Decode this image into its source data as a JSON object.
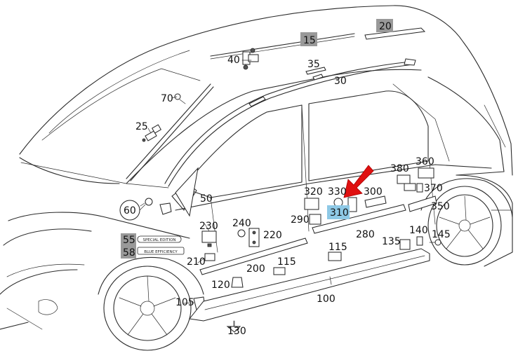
{
  "diagram": {
    "callouts": [
      {
        "id": "c20",
        "text": "20",
        "style": "grey-box"
      },
      {
        "id": "c15",
        "text": "15",
        "style": "grey-box"
      },
      {
        "id": "c40",
        "text": "40"
      },
      {
        "id": "c35",
        "text": "35"
      },
      {
        "id": "c30",
        "text": "30"
      },
      {
        "id": "c70",
        "text": "70"
      },
      {
        "id": "c25",
        "text": "25"
      },
      {
        "id": "c60",
        "text": "60",
        "style": "circled"
      },
      {
        "id": "c50",
        "text": "50"
      },
      {
        "id": "c55",
        "text": "55",
        "style": "grey-box"
      },
      {
        "id": "c58",
        "text": "58",
        "style": "grey-box"
      },
      {
        "id": "c230",
        "text": "230"
      },
      {
        "id": "c240",
        "text": "240"
      },
      {
        "id": "c220",
        "text": "220"
      },
      {
        "id": "c210",
        "text": "210"
      },
      {
        "id": "c200",
        "text": "200"
      },
      {
        "id": "c120",
        "text": "120"
      },
      {
        "id": "c105",
        "text": "105"
      },
      {
        "id": "c130",
        "text": "130"
      },
      {
        "id": "c100",
        "text": "100"
      },
      {
        "id": "c115a",
        "text": "115"
      },
      {
        "id": "c115b",
        "text": "115"
      },
      {
        "id": "c290",
        "text": "290"
      },
      {
        "id": "c320",
        "text": "320"
      },
      {
        "id": "c330",
        "text": "330"
      },
      {
        "id": "c310",
        "text": "310",
        "style": "highlight"
      },
      {
        "id": "c300",
        "text": "300"
      },
      {
        "id": "c280",
        "text": "280"
      },
      {
        "id": "c380",
        "text": "380"
      },
      {
        "id": "c360",
        "text": "360"
      },
      {
        "id": "c370",
        "text": "370"
      },
      {
        "id": "c350",
        "text": "350"
      },
      {
        "id": "c135",
        "text": "135"
      },
      {
        "id": "c140",
        "text": "140"
      },
      {
        "id": "c145",
        "text": "145"
      }
    ],
    "badges": {
      "special_edition": "SPECIAL EDITION",
      "blue_efficiency": "BLUE EFFICIENCY"
    },
    "colors": {
      "grey_box": "#999999",
      "highlight_box": "#8ec9e6",
      "pointer_arrow": "#e01010",
      "line": "#2b2b2b"
    }
  }
}
